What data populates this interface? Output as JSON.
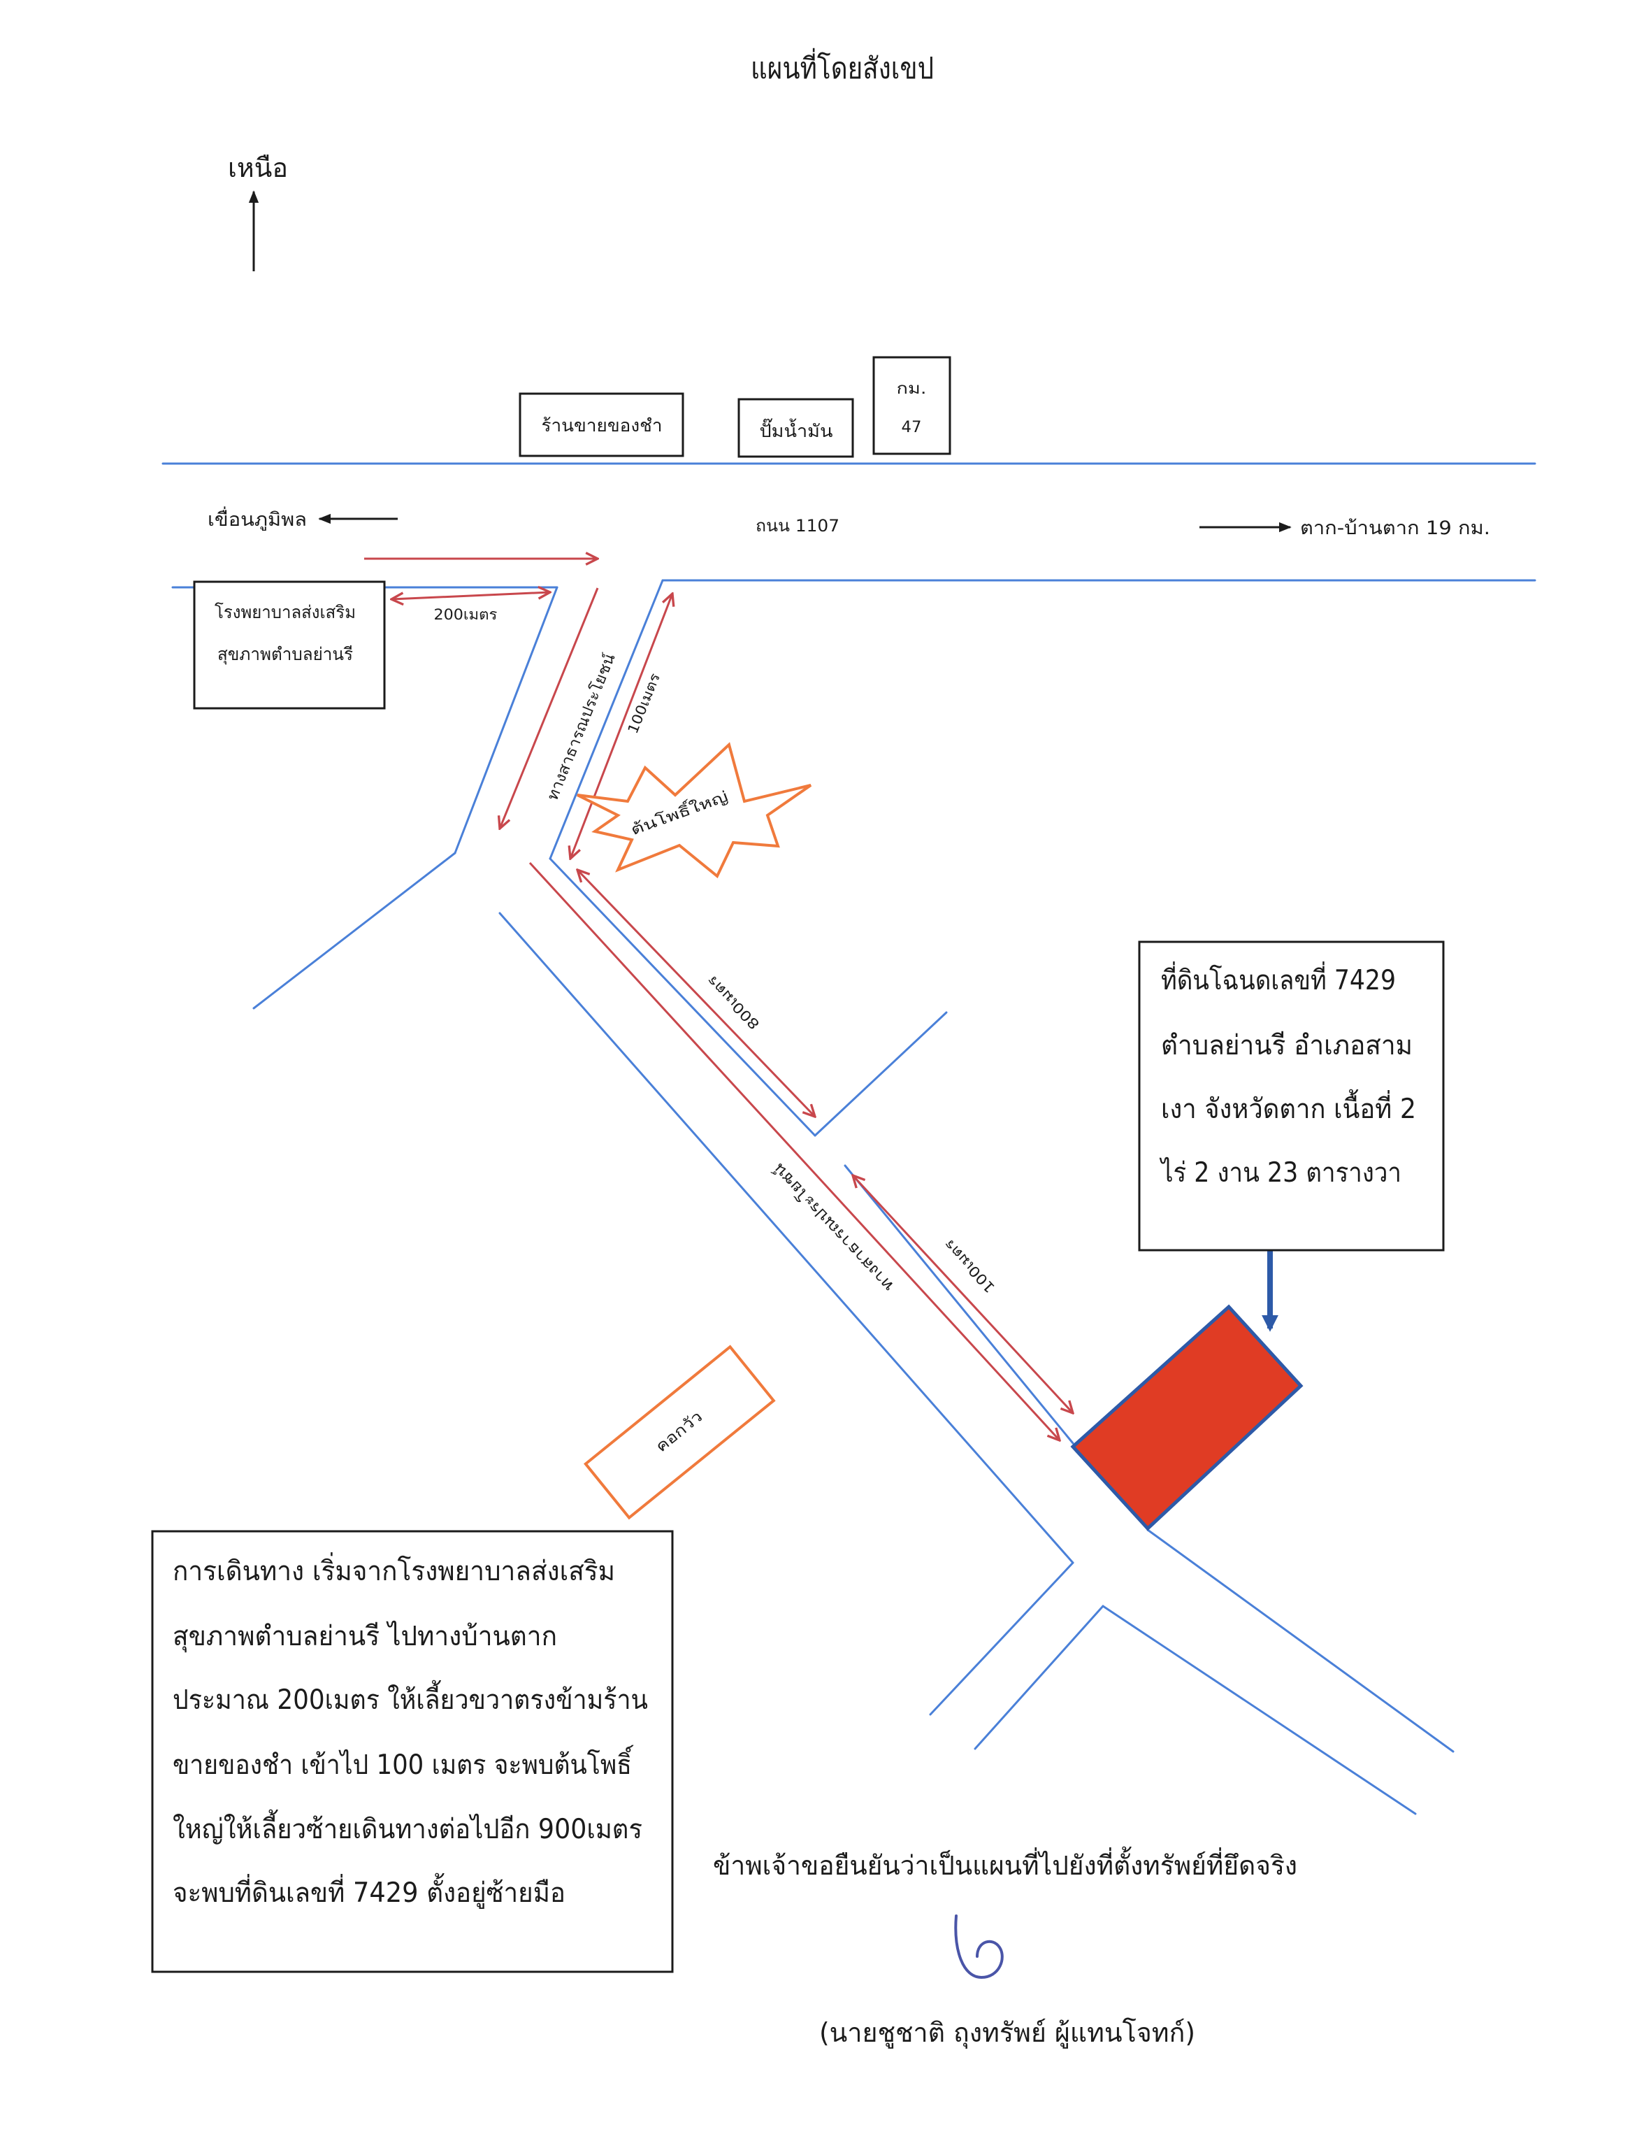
{
  "title": "แผนที่โดยสังเขป",
  "north_label": "เหนือ",
  "landmarks": {
    "grocery_store": "ร้านขายของชำ",
    "gas_station": "ปั๊มน้ำมัน",
    "km_marker_unit": "กม.",
    "km_marker_number": "47",
    "bodhi_tree": "ต้นโพธิ์ใหญ่",
    "cattle_pen": "คอกวัว"
  },
  "road_1107": {
    "name": "ถนน 1107",
    "west_destination": "เขื่อนภูมิพล",
    "east_destination": "ตาก-บ้านตาก 19 กม."
  },
  "hospital": {
    "line1": "โรงพยาบาลส่งเสริม",
    "line2": "สุขภาพตำบลย่านรี"
  },
  "public_road": "ทางสาธารณประโยชน์",
  "distances": {
    "hospital_to_junction": "200เมตร",
    "side_road": "100เมตร",
    "bodhi_to_branch": "800เมตร",
    "branch_to_land": "100เมตร"
  },
  "land_parcel_box": {
    "lines": [
      "ที่ดินโฉนดเลขที่ 7429",
      "ตำบลย่านรี อำเภอสาม",
      "เงา จังหวัดตาก เนื้อที่ 2",
      "ไร่ 2 งาน 23 ตารางวา"
    ]
  },
  "directions": {
    "lines": [
      "การเดินทาง เริ่มจากโรงพยาบาลส่งเสริม",
      "สุขภาพตำบลย่านรี ไปทางบ้านตาก",
      "ประมาณ 200เมตร ให้เลี้ยวขวาตรงข้ามร้าน",
      "ขายของชำ เข้าไป 100 เมตร จะพบต้นโพธิ์",
      "ใหญ่ให้เลี้ยวซ้ายเดินทางต่อไปอีก 900เมตร",
      "จะพบที่ดินเลขที่ 7429 ตั้งอยู่ซ้ายมือ"
    ]
  },
  "affirmation": "ข้าพเจ้าขอยืนยันว่าเป็นแผนที่ไปยังที่ตั้งทรัพย์ที่ยึดจริง",
  "signatory": "(นายชูชาติ ถุงทรัพย์ ผู้แทนโจทก์)",
  "colors": {
    "road": "#4a80d8",
    "route_arrow": "#c8474c",
    "landmark_outline": "#f07a3c",
    "land_parcel": "#e03c24",
    "parcel_pointer": "#2d5aa8"
  }
}
